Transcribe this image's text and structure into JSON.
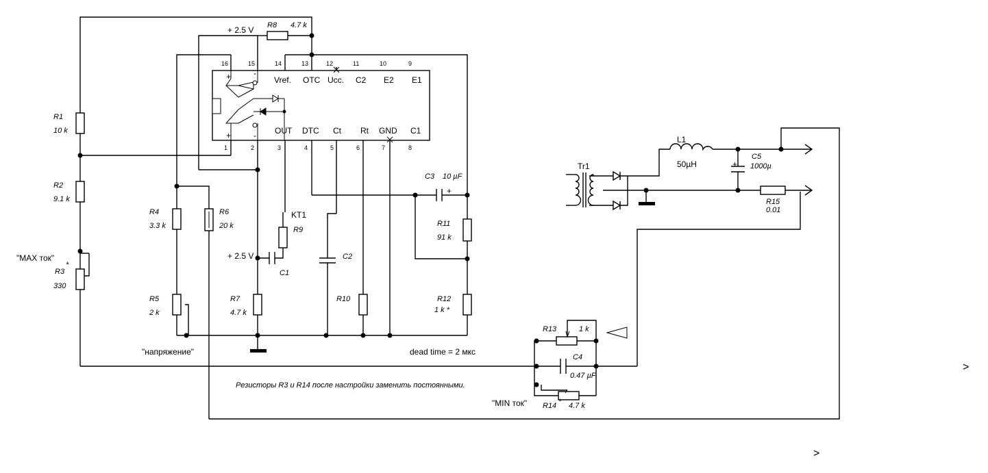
{
  "ic": {
    "pin_numbers": [
      "16",
      "15",
      "14",
      "13",
      "12",
      "11",
      "10",
      "9",
      "1",
      "2",
      "3",
      "4",
      "5",
      "6",
      "7",
      "8"
    ],
    "pin_names_top": [
      "Vref.",
      "OTC",
      "Ucc.",
      "C2",
      "E2",
      "E1"
    ],
    "pin_names_bottom": [
      "OUT",
      "DTC",
      "Ct",
      "Rt",
      "GND",
      "C1"
    ],
    "plus": "+",
    "minus": "-"
  },
  "labels": {
    "vref_top": "+ 2.5 V",
    "vref_mid": "+ 2.5 V",
    "R8": "R8",
    "R8_val": "4.7 k",
    "R1": "R1",
    "R1_val": "10 k",
    "R2": "R2",
    "R2_val": "9.1 k",
    "max_current": "\"MAX  ток\"",
    "R3": "R3",
    "R3_star": "*",
    "R3_val": "330",
    "R4": "R4",
    "R4_val": "3.3 k",
    "R5": "R5",
    "R5_val": "2 k",
    "R6": "R6",
    "R6_val": "20 k",
    "KT1": "KT1",
    "R9": "R9",
    "C1": "C1",
    "R7": "R7",
    "R7_val": "4.7 k",
    "C2": "C2",
    "R10": "R10",
    "C3": "C3",
    "C3_val": "10 µF",
    "C3_plus": "+",
    "R11": "R11",
    "R11_val": "91 k",
    "R12": "R12",
    "R12_val": "1 k *",
    "voltage": "\"напряжение\"",
    "dead_time": "dead  time = 2 мкс",
    "note": "Резисторы R3 и R14 после настройки заменить постоянными.",
    "R13": "R13",
    "R13_val": "1 k",
    "C4": "C4",
    "C4_val": "0.47 µF",
    "min_current": "\"MIN  ток\"",
    "R14": "R14",
    "R14_star": "*",
    "R14_val": "4.7 k",
    "Tr1": "Tr1",
    "L1": "L1",
    "L1_val": "50µH",
    "C5": "C5",
    "C5_val": "1000µ",
    "C5_plus": "+",
    "R15": "R15",
    "R15_val": "0.01",
    "chev1": ">",
    "chev2": ">"
  }
}
